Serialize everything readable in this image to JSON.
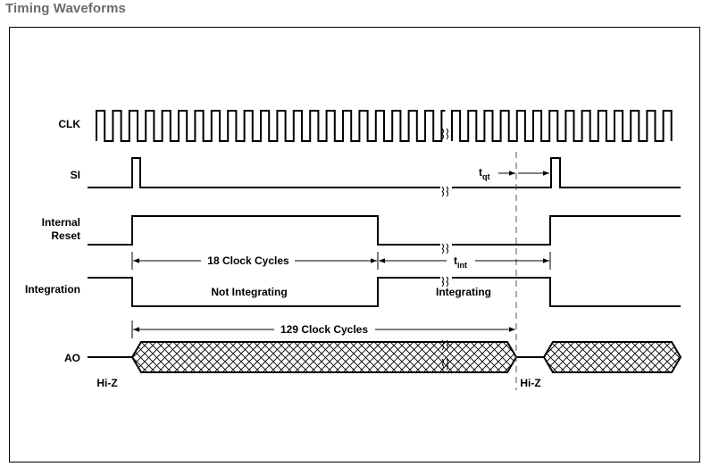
{
  "page": {
    "title": "Timing Waveforms"
  },
  "signals": {
    "clk": "CLK",
    "si": "SI",
    "internal_reset_line1": "Internal",
    "internal_reset_line2": "Reset",
    "integration": "Integration",
    "ao": "AO"
  },
  "annotations": {
    "clock_cycles_18": "18 Clock Cycles",
    "t_int_base": "t",
    "t_int_sub": "int",
    "t_qt_base": "t",
    "t_qt_sub": "qt",
    "not_integrating": "Not Integrating",
    "integrating": "Integrating",
    "clock_cycles_129": "129 Clock Cycles",
    "hiz_left": "Hi-Z",
    "hiz_right": "Hi-Z"
  }
}
